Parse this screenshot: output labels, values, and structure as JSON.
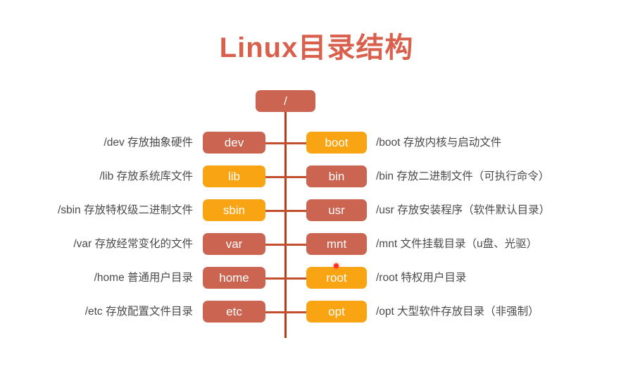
{
  "slide": {
    "title": "Linux目录结构",
    "title_color": "#D9604C",
    "background": "#FFFFFF"
  },
  "palette": {
    "salmon": "#CB6450",
    "orange": "#F9A413",
    "line": "#B93B1A",
    "text": "#4B4B4B",
    "marker": "#FF2D20"
  },
  "tree": {
    "root": {
      "label": "/",
      "color": "salmon"
    },
    "rows": [
      {
        "left_desc": "/dev 存放抽象硬件",
        "left_node": "dev",
        "left_color": "salmon",
        "right_node": "boot",
        "right_color": "orange",
        "right_desc": "/boot 存放内核与启动文件"
      },
      {
        "left_desc": "/lib 存放系统库文件",
        "left_node": "lib",
        "left_color": "orange",
        "right_node": "bin",
        "right_color": "salmon",
        "right_desc": "/bin 存放二进制文件（可执行命令）"
      },
      {
        "left_desc": "/sbin 存放特权级二进制文件",
        "left_node": "sbin",
        "left_color": "orange",
        "right_node": "usr",
        "right_color": "salmon",
        "right_desc": "/usr 存放安装程序（软件默认目录）"
      },
      {
        "left_desc": "/var 存放经常变化的文件",
        "left_node": "var",
        "left_color": "salmon",
        "right_node": "mnt",
        "right_color": "salmon",
        "right_desc": "/mnt 文件挂载目录（u盘、光驱）"
      },
      {
        "left_desc": "/home 普通用户目录",
        "left_node": "home",
        "left_color": "salmon",
        "right_node": "root",
        "right_color": "orange",
        "right_desc": "/root 特权用户目录",
        "marker": true
      },
      {
        "left_desc": "/etc 存放配置文件目录",
        "left_node": "etc",
        "left_color": "salmon",
        "right_node": "opt",
        "right_color": "orange",
        "right_desc": "/opt 大型软件存放目录（非强制）"
      }
    ]
  }
}
